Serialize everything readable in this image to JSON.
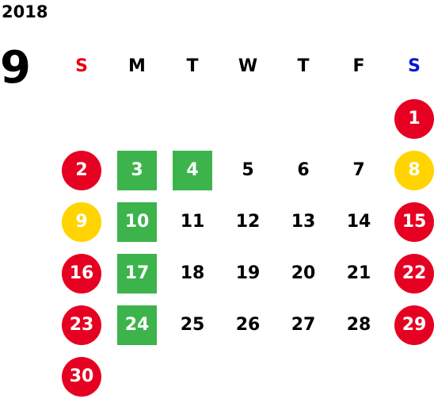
{
  "year": "2018",
  "month": "9",
  "weekdays": [
    "S",
    "M",
    "T",
    "W",
    "T",
    "F",
    "S"
  ],
  "days": {
    "d1": {
      "label": "1",
      "style": "red"
    },
    "d2": {
      "label": "2",
      "style": "red"
    },
    "d3": {
      "label": "3",
      "style": "green"
    },
    "d4": {
      "label": "4",
      "style": "green"
    },
    "d5": {
      "label": "5",
      "style": "plain"
    },
    "d6": {
      "label": "6",
      "style": "plain"
    },
    "d7": {
      "label": "7",
      "style": "plain"
    },
    "d8": {
      "label": "8",
      "style": "yellow"
    },
    "d9": {
      "label": "9",
      "style": "yellow"
    },
    "d10": {
      "label": "10",
      "style": "green"
    },
    "d11": {
      "label": "11",
      "style": "plain"
    },
    "d12": {
      "label": "12",
      "style": "plain"
    },
    "d13": {
      "label": "13",
      "style": "plain"
    },
    "d14": {
      "label": "14",
      "style": "plain"
    },
    "d15": {
      "label": "15",
      "style": "red"
    },
    "d16": {
      "label": "16",
      "style": "red"
    },
    "d17": {
      "label": "17",
      "style": "green"
    },
    "d18": {
      "label": "18",
      "style": "plain"
    },
    "d19": {
      "label": "19",
      "style": "plain"
    },
    "d20": {
      "label": "20",
      "style": "plain"
    },
    "d21": {
      "label": "21",
      "style": "plain"
    },
    "d22": {
      "label": "22",
      "style": "red"
    },
    "d23": {
      "label": "23",
      "style": "red"
    },
    "d24": {
      "label": "24",
      "style": "green"
    },
    "d25": {
      "label": "25",
      "style": "plain"
    },
    "d26": {
      "label": "26",
      "style": "plain"
    },
    "d27": {
      "label": "27",
      "style": "plain"
    },
    "d28": {
      "label": "28",
      "style": "plain"
    },
    "d29": {
      "label": "29",
      "style": "red"
    },
    "d30": {
      "label": "30",
      "style": "red"
    }
  },
  "colors": {
    "holiday_red": "#e60022",
    "special_yellow": "#ffd400",
    "marked_green": "#3cb44b",
    "sunday_header": "#e60012",
    "saturday_header": "#0017d4"
  }
}
